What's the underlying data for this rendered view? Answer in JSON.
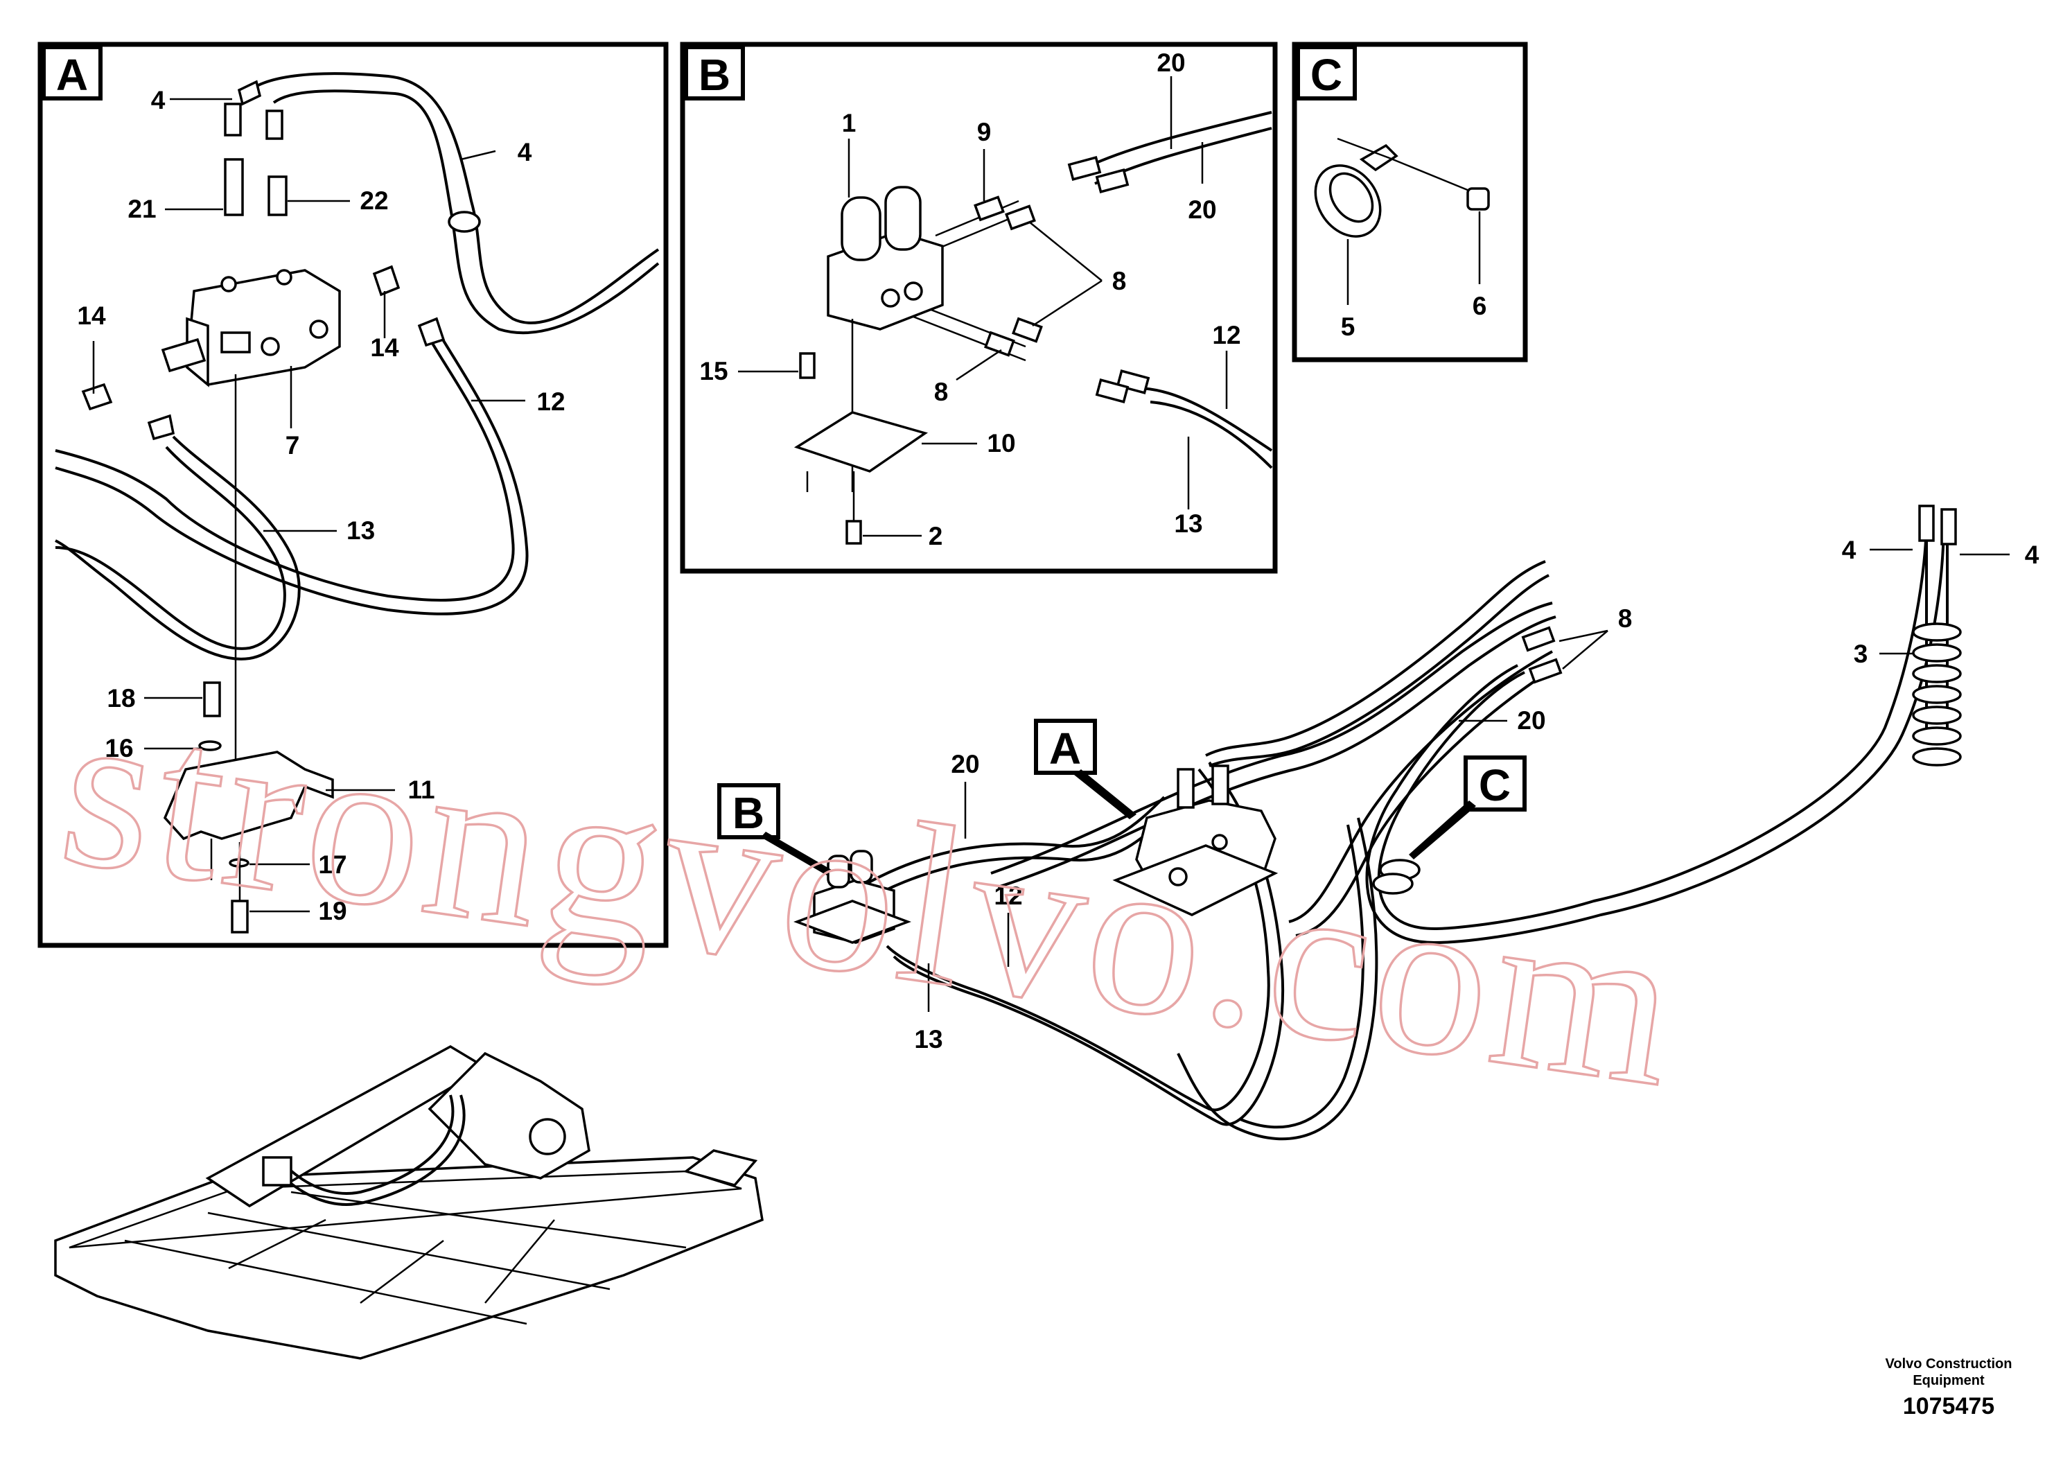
{
  "panels": {
    "a": {
      "letter": "A"
    },
    "b": {
      "letter": "B"
    },
    "c": {
      "letter": "C"
    }
  },
  "callouts": {
    "main_a": "A",
    "main_b": "B",
    "main_c": "C"
  },
  "labels": {
    "a_4_top": "4",
    "a_4_right": "4",
    "a_21": "21",
    "a_22": "22",
    "a_14_left": "14",
    "a_14_right": "14",
    "a_7": "7",
    "a_12": "12",
    "a_13": "13",
    "a_18": "18",
    "a_16": "16",
    "a_11": "11",
    "a_17": "17",
    "a_19": "19",
    "b_1": "1",
    "b_9": "9",
    "b_20_top": "20",
    "b_20_right": "20",
    "b_8_upper": "8",
    "b_8_lower": "8",
    "b_15": "15",
    "b_10": "10",
    "b_2": "2",
    "b_12": "12",
    "b_13": "13",
    "c_5": "5",
    "c_6": "6",
    "m_4_left": "4",
    "m_4_right": "4",
    "m_3": "3",
    "m_8": "8",
    "m_20_right": "20",
    "m_20_left": "20",
    "m_12": "12",
    "m_13": "13"
  },
  "watermark": "strongvolvo.com",
  "footer": {
    "company_line1": "Volvo Construction",
    "company_line2": "Equipment",
    "part_number": "1075475"
  }
}
